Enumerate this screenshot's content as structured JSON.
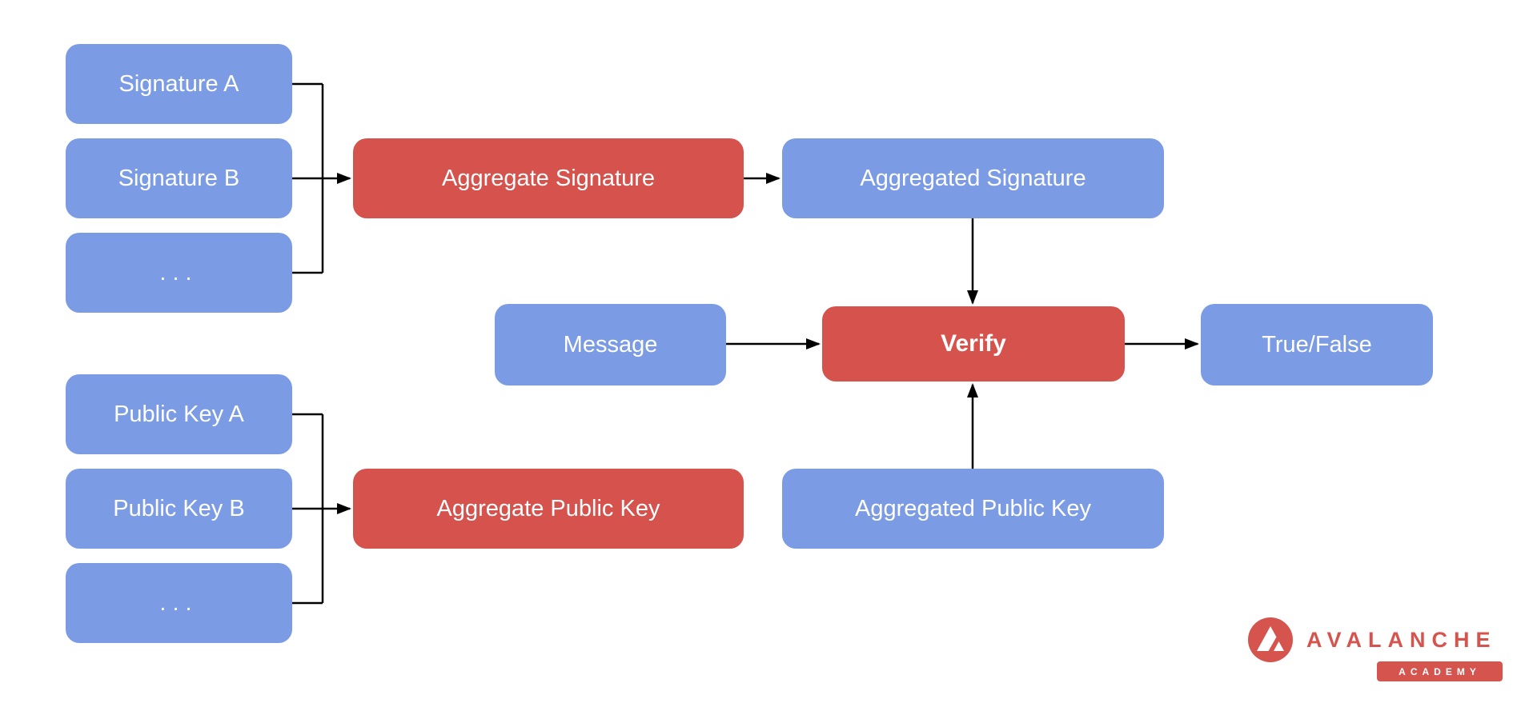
{
  "colors": {
    "node_blue": "#7b9ce4",
    "node_red": "#d5524d",
    "connector": "#000000",
    "logo_red": "#d6544e",
    "text": "#ffffff",
    "background": "#ffffff"
  },
  "nodes": {
    "signature_a": {
      "label": "Signature A"
    },
    "signature_b": {
      "label": "Signature B"
    },
    "signatures_more": {
      "label": "..."
    },
    "aggregate_signature": {
      "label": "Aggregate Signature"
    },
    "aggregated_signature": {
      "label": "Aggregated Signature"
    },
    "message": {
      "label": "Message"
    },
    "verify": {
      "label": "Verify"
    },
    "true_false": {
      "label": "True/False"
    },
    "public_key_a": {
      "label": "Public Key A"
    },
    "public_key_b": {
      "label": "Public Key B"
    },
    "public_keys_more": {
      "label": "..."
    },
    "aggregate_public_key": {
      "label": "Aggregate Public Key"
    },
    "aggregated_public_key": {
      "label": "Aggregated Public Key"
    }
  },
  "logo": {
    "brand": "AVALANCHE",
    "badge": "ACADEMY"
  }
}
